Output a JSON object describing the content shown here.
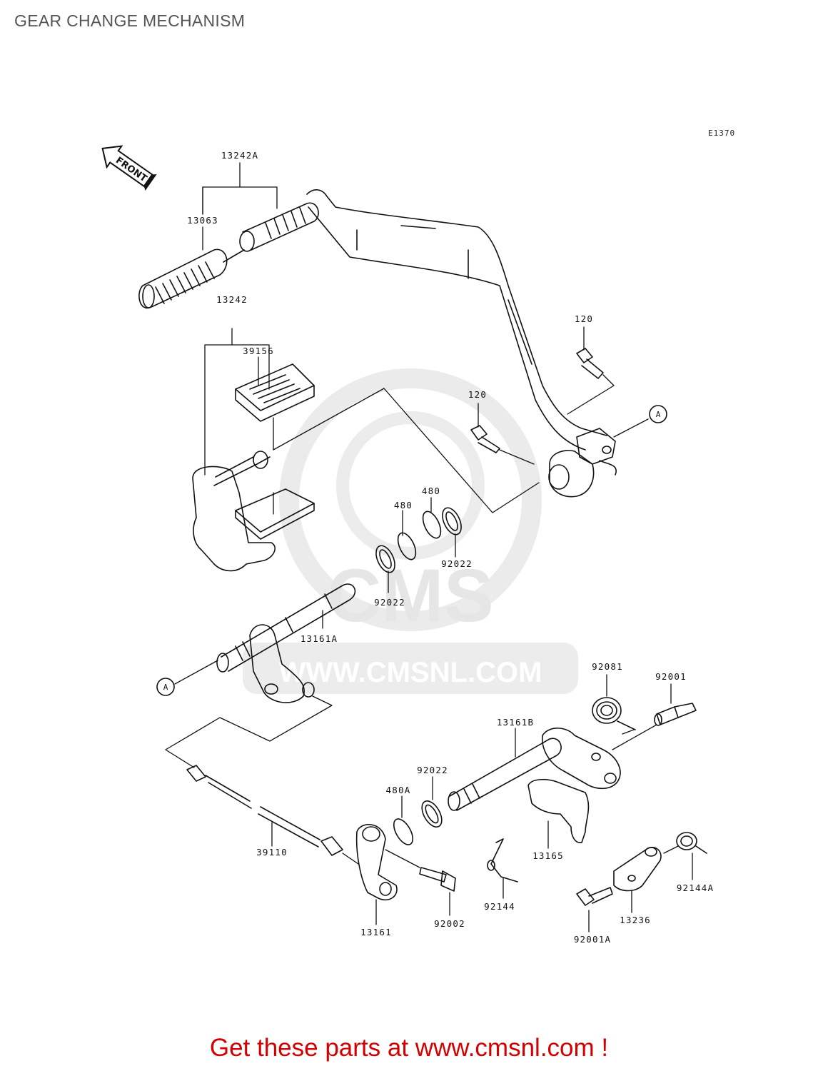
{
  "title": "GEAR CHANGE MECHANISM",
  "figure_code": "E1370",
  "front_label": "FRONT",
  "ref_mark": "A",
  "watermark": {
    "brand": "CMS",
    "url": "WWW.CMSNL.COM"
  },
  "part_labels": {
    "p13242A": "13242A",
    "p13063": "13063",
    "p13242": "13242",
    "p39156": "39156",
    "p120a": "120",
    "p120b": "120",
    "p480a": "480",
    "p480b": "480",
    "p92022a": "92022",
    "p92022b": "92022",
    "p92022c": "92022",
    "p13161A": "13161A",
    "p92081": "92081",
    "p92001": "92001",
    "p13161B": "13161B",
    "p480A": "480A",
    "p39110": "39110",
    "p13165": "13165",
    "p13161": "13161",
    "p92002": "92002",
    "p92144": "92144",
    "p92144A": "92144A",
    "p13236": "13236",
    "p92001A": "92001A"
  },
  "footer": {
    "prefix": "Get these parts at ",
    "link": "www.cmsnl.com",
    "suffix": " !"
  },
  "colors": {
    "promo": "#d40000",
    "title": "#555555",
    "line": "#111111",
    "watermark": "#e6e6e6"
  }
}
